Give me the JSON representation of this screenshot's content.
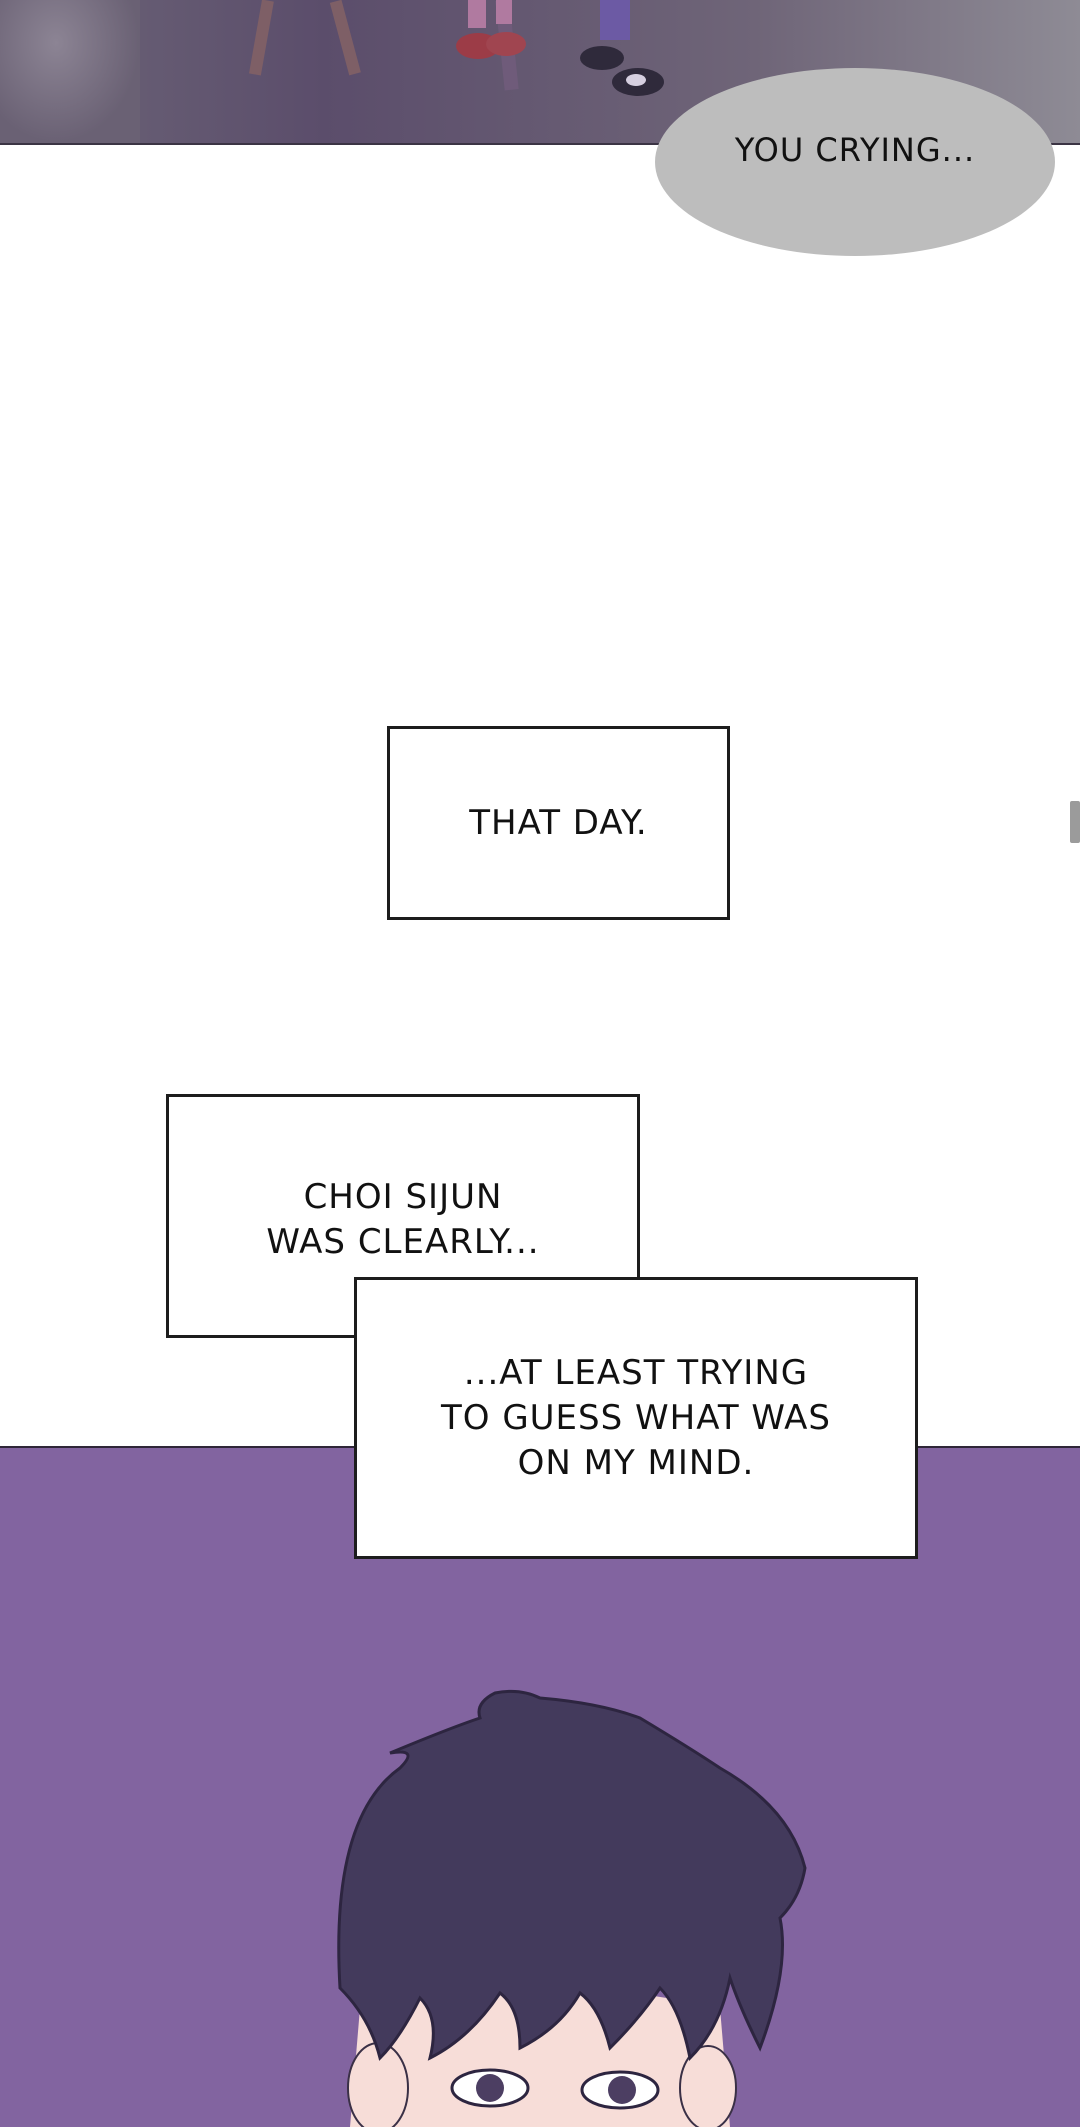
{
  "speech_bubble": {
    "text": "YOU CRYING..."
  },
  "captions": {
    "that_day": "THAT DAY.",
    "choi_line1": "CHOI SIJUN",
    "choi_line2": "WAS CLEARLY...",
    "least_line1": "...AT LEAST TRYING",
    "least_line2": "TO GUESS WHAT WAS",
    "least_line3": "ON MY MIND."
  },
  "colors": {
    "bottom_panel": "#8264a0",
    "bubble": "#bdbdbd",
    "hair": "#433a5c"
  }
}
